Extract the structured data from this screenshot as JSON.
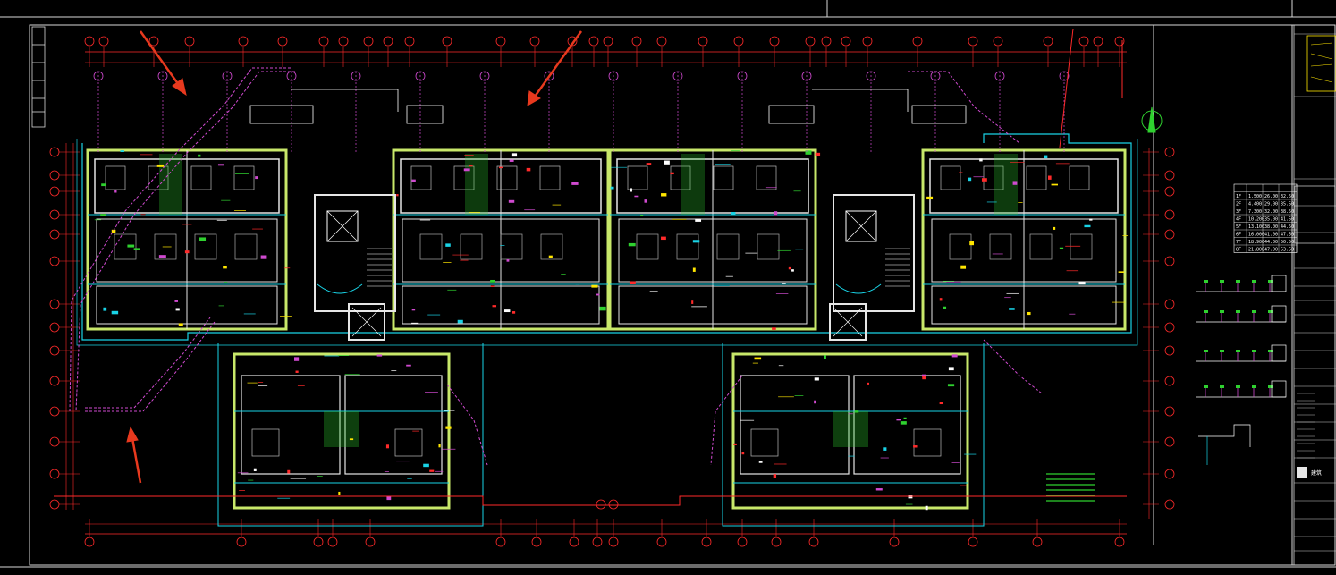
{
  "app": {
    "viewport_label": "Drawing model space",
    "colors": {
      "background": "#000000",
      "wall": "#c8e86a",
      "wall_inner": "#e6e6e6",
      "cyan": "#19d3e6",
      "magenta": "#d04ad0",
      "green": "#2fd12f",
      "red": "#ff2a2a",
      "yellow": "#ffe600",
      "white": "#ffffff",
      "arrow": "#e8391e",
      "frame": "#d8d8d8"
    }
  },
  "title_block": {
    "company": "建筑",
    "table_rows": [
      [
        "1F",
        "1.500",
        "26.00",
        "32.50"
      ],
      [
        "2F",
        "4.400",
        "29.00",
        "35.50"
      ],
      [
        "3F",
        "7.300",
        "32.00",
        "38.50"
      ],
      [
        "4F",
        "10.200",
        "35.00",
        "41.50"
      ],
      [
        "5F",
        "13.100",
        "38.00",
        "44.50"
      ],
      [
        "6F",
        "16.000",
        "41.00",
        "47.50"
      ],
      [
        "7F",
        "18.900",
        "44.00",
        "50.50"
      ],
      [
        "8F",
        "21.800",
        "47.00",
        "53.50"
      ]
    ]
  },
  "annotations": {
    "arrows": [
      {
        "name": "arrow-top-left",
        "direction": "down-right"
      },
      {
        "name": "arrow-top-center",
        "direction": "down-left"
      },
      {
        "name": "arrow-bottom-left",
        "direction": "up"
      }
    ],
    "north_icon": "north-arrow-icon"
  }
}
